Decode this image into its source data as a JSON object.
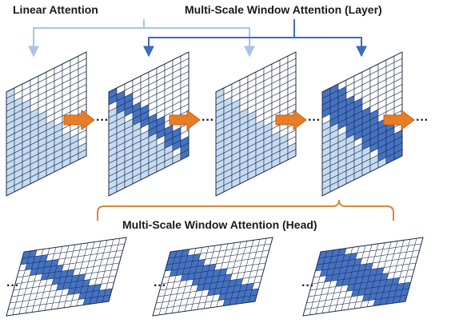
{
  "labels": {
    "linear": "Linear Attention",
    "msw_layer": "Multi-Scale Window Attention (Layer)",
    "msw_head": "Multi-Scale Window Attention (Head)"
  },
  "ellipsis": "···",
  "colors": {
    "light_fill": "#c5dbf2",
    "dark_fill": "#4472c4",
    "grid_line": "#1f2f4a",
    "linear_arrow": "#a7c5e6",
    "layer_arrow": "#3d6cb9",
    "head_brace": "#d7863a",
    "block_arrow": "#e87d27",
    "block_arrow_edge": "#c45f10"
  },
  "layers": [
    {
      "kind": "linear"
    },
    {
      "kind": "window",
      "band_width": 2
    },
    {
      "kind": "linear"
    },
    {
      "kind": "window",
      "band_width": 4
    }
  ],
  "heads": [
    {
      "band_width": 2
    },
    {
      "band_width": 3
    },
    {
      "band_width": 4
    }
  ],
  "grid": {
    "rows": 16,
    "cols": 10
  },
  "head_grid": {
    "rows": 10,
    "cols": 16
  }
}
